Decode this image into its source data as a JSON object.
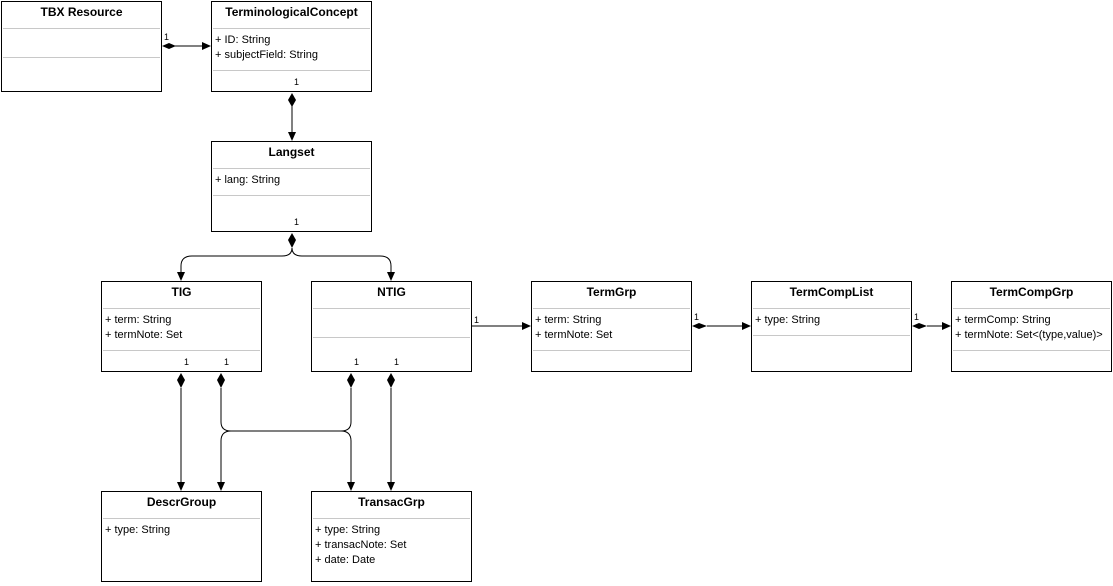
{
  "classes": {
    "tbx_resource": {
      "name": "TBX Resource",
      "attributes": []
    },
    "terminological_concept": {
      "name": "TerminologicalConcept",
      "attributes": [
        "+ ID: String",
        "+ subjectField: String"
      ]
    },
    "langset": {
      "name": "Langset",
      "attributes": [
        "+ lang: String"
      ]
    },
    "tig": {
      "name": "TIG",
      "attributes": [
        "+ term: String",
        "+ termNote: Set"
      ]
    },
    "ntig": {
      "name": "NTIG",
      "attributes": []
    },
    "termgrp": {
      "name": "TermGrp",
      "attributes": [
        "+ term: String",
        "+ termNote: Set"
      ]
    },
    "termcomplist": {
      "name": "TermCompList",
      "attributes": [
        "+ type: String"
      ]
    },
    "termcompgrp": {
      "name": "TermCompGrp",
      "attributes": [
        "+ termComp: String",
        "+ termNote: Set<(type,value)>"
      ]
    },
    "descrgroup": {
      "name": "DescrGroup",
      "attributes": [
        "+ type: String"
      ]
    },
    "transacgrp": {
      "name": "TransacGrp",
      "attributes": [
        "+ type: String",
        "+ transacNote: Set",
        "+ date: Date"
      ]
    }
  },
  "multiplicities": {
    "tbx_to_concept": "1",
    "concept_to_langset": "1",
    "langset_to_tig_ntig": "1",
    "tig_descr": "1",
    "tig_transac": "1",
    "ntig_descr": "1",
    "ntig_transac": "1",
    "ntig_to_termgrp": "1",
    "termgrp_to_complist": "1",
    "complist_to_compgrp": "1"
  }
}
